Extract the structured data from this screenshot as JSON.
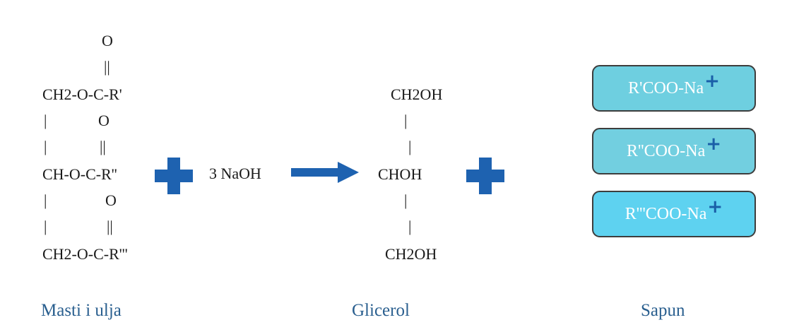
{
  "colors": {
    "plus": "#1e62b0",
    "arrow": "#1e62b0",
    "box_1": "#6ecfe0",
    "box_2": "#72cfe0",
    "box_3": "#5ed2f0",
    "caption": "#2a5f8f"
  },
  "fat": {
    "carbonyl_1_o": "O",
    "carbonyl_1_bond": "||",
    "line_1": "CH2-O-C-R'",
    "connector_1": "|",
    "carbonyl_2_o": "O",
    "connector_2": "|",
    "carbonyl_2_bond": "||",
    "line_2": "CH-O-C-R''",
    "connector_3": "|",
    "carbonyl_3_o": "O",
    "connector_4": "|",
    "carbonyl_3_bond": "||",
    "line_3": "CH2-O-C-R'''",
    "caption": "Masti i ulja"
  },
  "reagent": "3 NaOH",
  "glycerol": {
    "line_1": "CH2OH",
    "bond_1": "|",
    "bond_2": "|",
    "line_2": "CHOH",
    "bond_3": "|",
    "bond_4": "|",
    "line_3": "CH2OH",
    "caption": "Glicerol"
  },
  "soap": {
    "items": [
      {
        "label": "R'COO-Na",
        "charge": "+"
      },
      {
        "label": "R''COO-Na",
        "charge": "+"
      },
      {
        "label": "R'''COO-Na",
        "charge": "+"
      }
    ],
    "caption": "Sapun"
  },
  "icons": {
    "plus_1": "plus-icon",
    "arrow": "right-arrow-icon",
    "plus_2": "plus-icon"
  }
}
